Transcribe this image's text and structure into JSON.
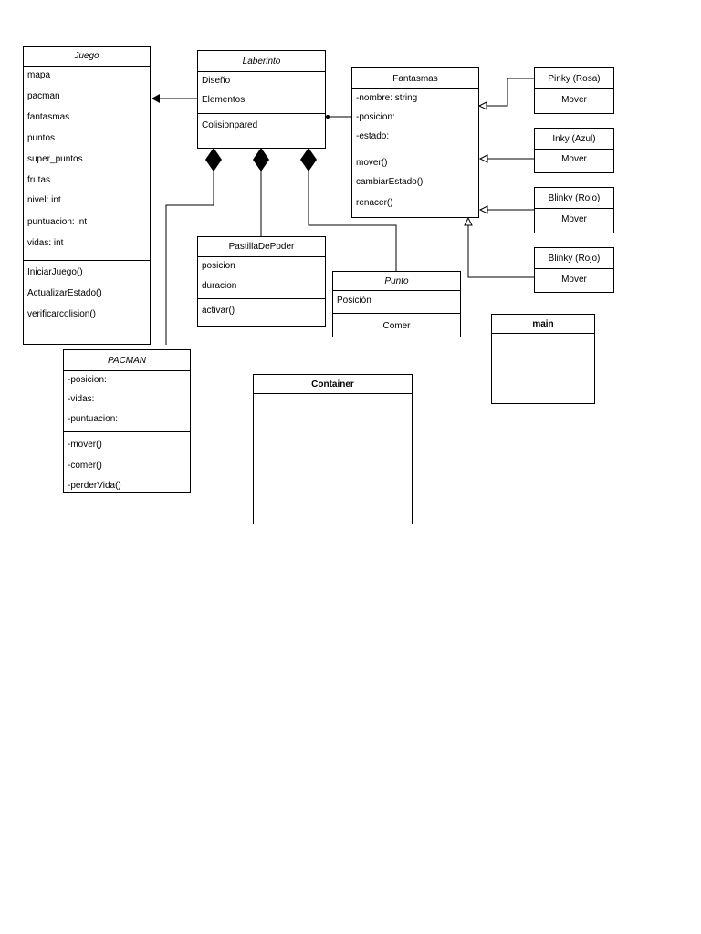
{
  "classes": {
    "juego": {
      "name": "Juego",
      "attributes": [
        "mapa",
        "pacman",
        "fantasmas",
        "puntos",
        "super_puntos",
        "frutas",
        "nivel: int",
        "puntuacion: int",
        "vidas: int"
      ],
      "methods": [
        "IniciarJuego()",
        "ActualizarEstado()",
        "verificarcolision()"
      ]
    },
    "laberinto": {
      "name": "Laberinto",
      "attributes": [
        "Diseño",
        "Elementos"
      ],
      "methods": [
        "Colisionpared"
      ]
    },
    "fantasmas": {
      "name": "Fantasmas",
      "attributes": [
        "-nombre: string",
        "-posicion:",
        "-estado:"
      ],
      "methods": [
        "mover()",
        "cambiarEstado()",
        "renacer()"
      ]
    },
    "pinky": {
      "name": "Pinky (Rosa)",
      "methods": [
        "Mover"
      ]
    },
    "inky": {
      "name": "Inky (Azul)",
      "methods": [
        "Mover"
      ]
    },
    "blinky1": {
      "name": "Blinky (Rojo)",
      "methods": [
        "Mover"
      ]
    },
    "blinky2": {
      "name": "Blinky (Rojo)",
      "methods": [
        "Mover"
      ]
    },
    "pastilla": {
      "name": "PastillaDePoder",
      "attributes": [
        "posicion",
        "duracion"
      ],
      "methods": [
        "activar()"
      ]
    },
    "punto": {
      "name": "Punto",
      "attributes": [
        "Posición"
      ],
      "methods": [
        "Comer"
      ]
    },
    "pacman": {
      "name": "PACMAN",
      "attributes": [
        "-posicion:",
        "-vidas:",
        "-puntuacion:"
      ],
      "methods": [
        "-mover()",
        "-comer()",
        "-perderVida()"
      ]
    },
    "container": {
      "name": "Container"
    },
    "main": {
      "name": "main"
    }
  }
}
